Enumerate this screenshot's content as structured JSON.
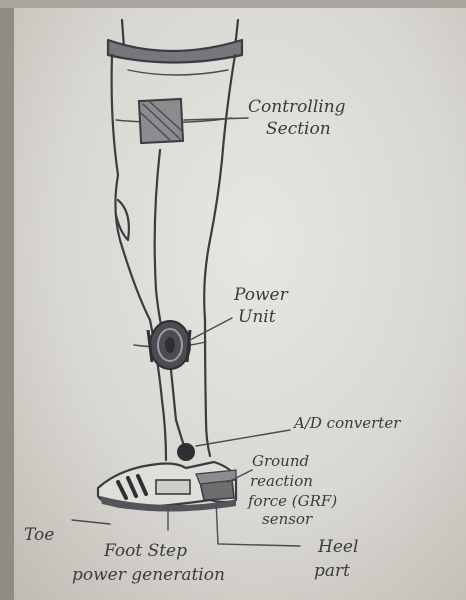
{
  "labels": {
    "controlling_l1": "Controlling",
    "controlling_l2": "Section",
    "power_l1": "Power",
    "power_l2": "Unit",
    "ad": "A/D converter",
    "grf_l1": "Ground",
    "grf_l2": "reaction",
    "grf_l3": "force (GRF)",
    "grf_l4": "sensor",
    "toe": "Toe",
    "footstep_l1": "Foot Step",
    "footstep_l2": "power generation",
    "heel_l1": "Heel",
    "heel_l2": "part"
  },
  "colors": {
    "ink": "#3b3b42",
    "paper": "#e3e1dc",
    "shade": "#6f6d70"
  }
}
